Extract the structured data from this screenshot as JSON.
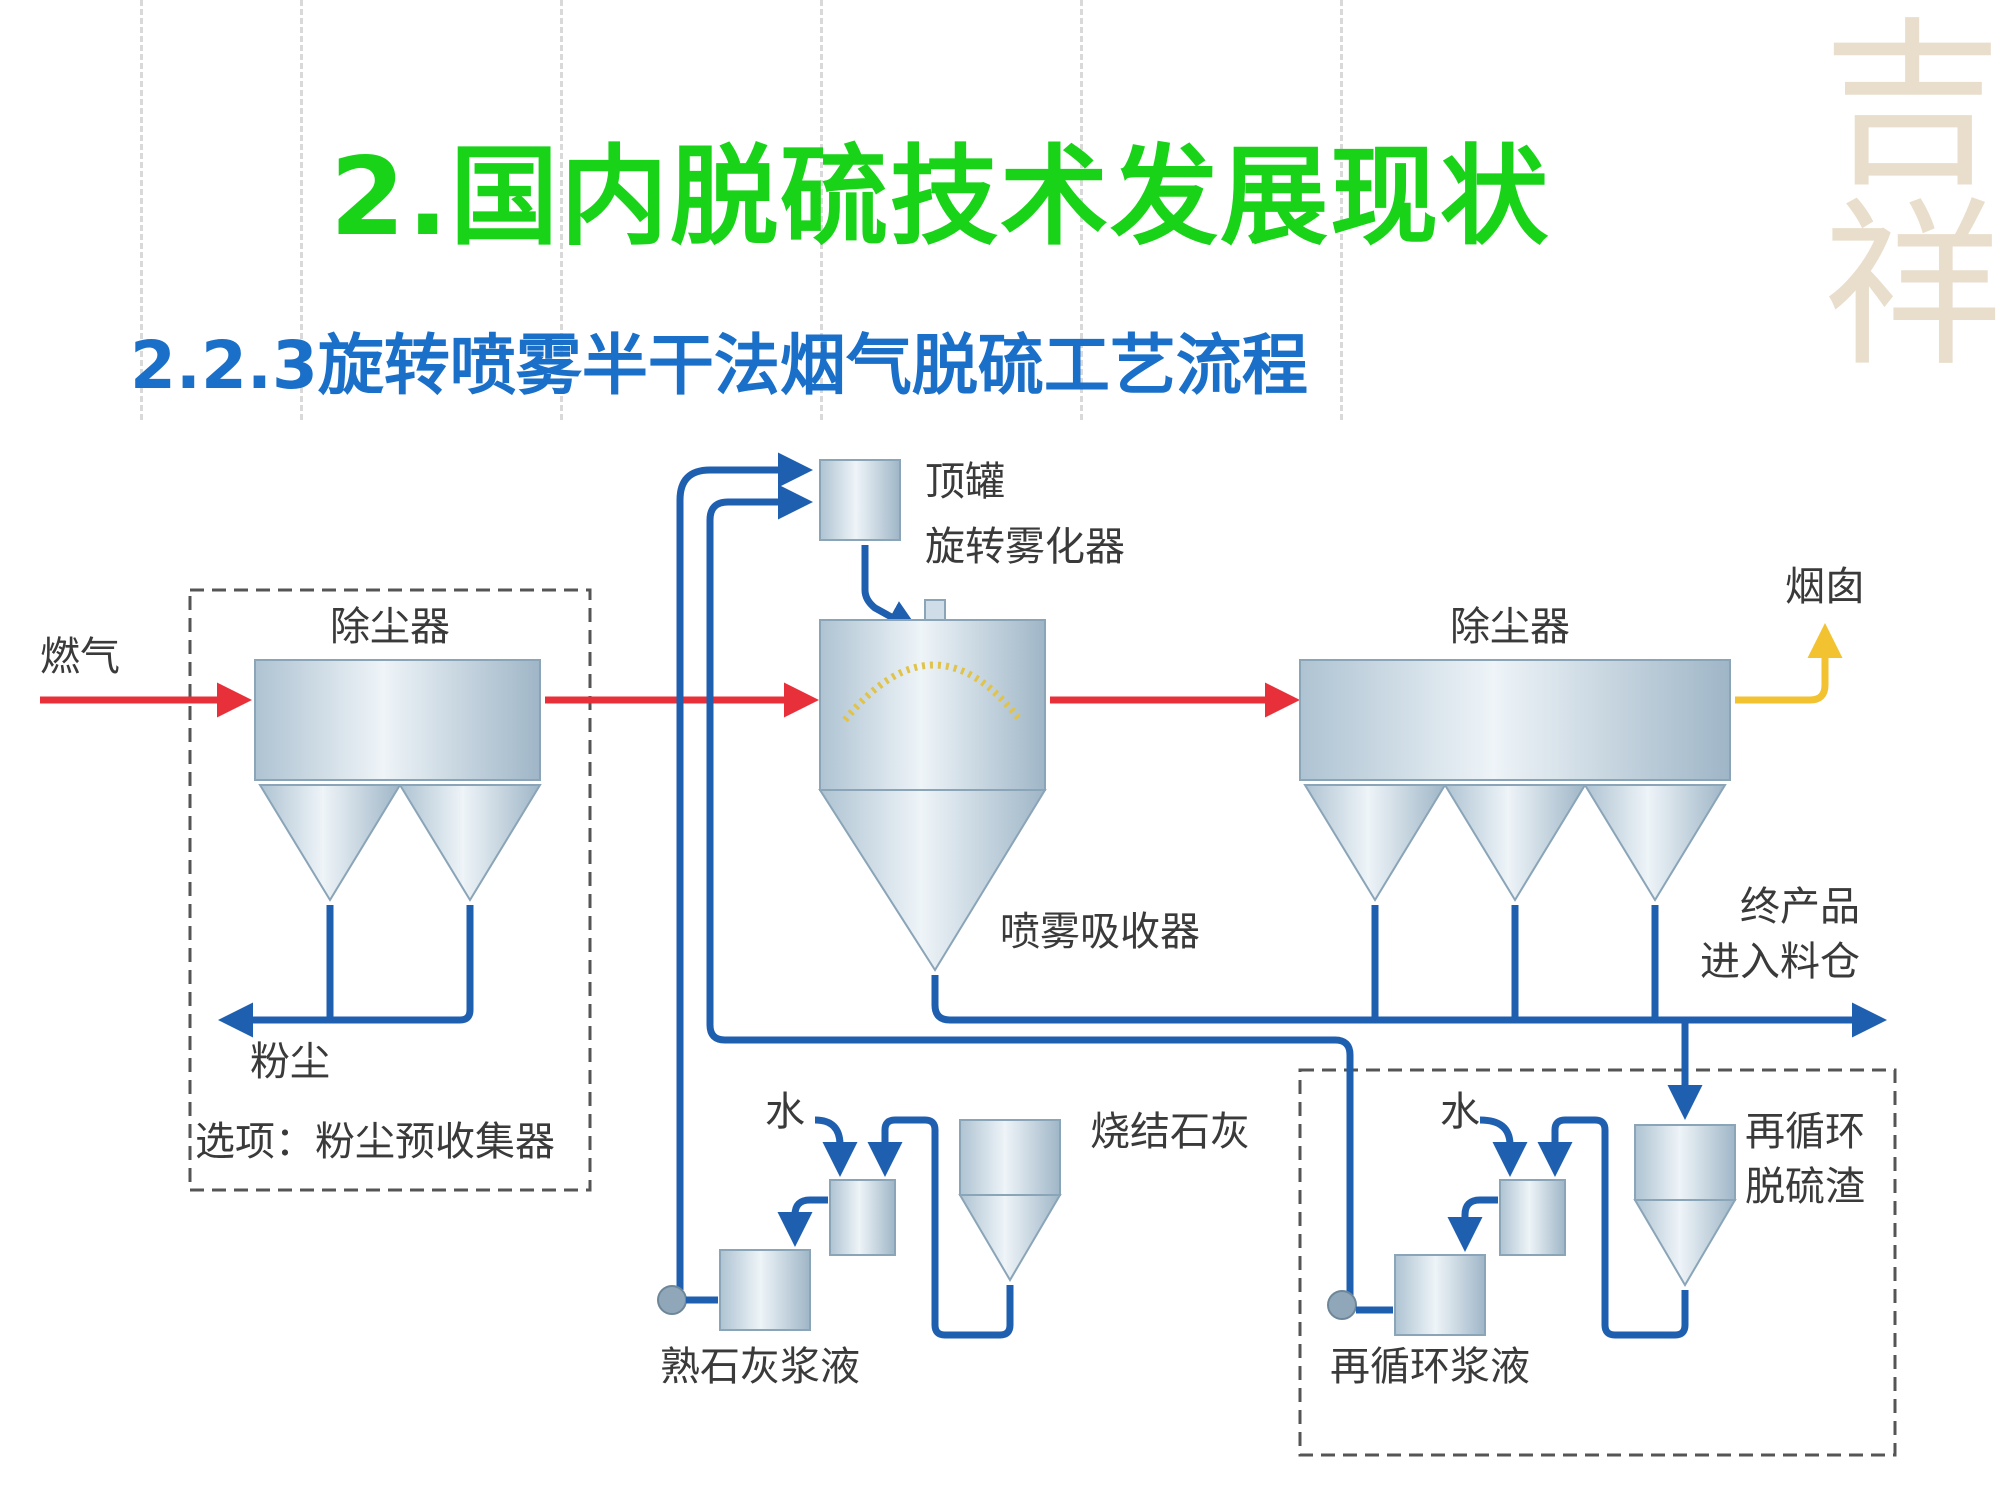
{
  "title": "2.国内脱硫技术发展现状",
  "subtitle": "2.2.3旋转喷雾半干法烟气脱硫工艺流程",
  "colors": {
    "title": "#19d319",
    "subtitle": "#1a6fc8",
    "gas_flow": "#e8303a",
    "clean_gas": "#f2c230",
    "slurry_flow": "#1f5fb0",
    "vessel": "#bfd3e0"
  },
  "diagram": {
    "labels": {
      "flue_gas": "燃气",
      "dust_collector_1": "除尘器",
      "top_tank": "顶罐",
      "rotary_atomizer": "旋转雾化器",
      "dust_collector_2": "除尘器",
      "chimney": "烟囱",
      "spray_absorber": "喷雾吸收器",
      "end_product_1": "终产品",
      "end_product_2": "进入料仓",
      "dust": "粉尘",
      "option": "选项：粉尘预收集器",
      "water_1": "水",
      "sintered_lime": "烧结石灰",
      "slaked_lime_slurry": "熟石灰浆液",
      "water_2": "水",
      "recycle_1": "再循环",
      "recycle_2": "脱硫渣",
      "recycle_slurry": "再循环浆液"
    }
  }
}
